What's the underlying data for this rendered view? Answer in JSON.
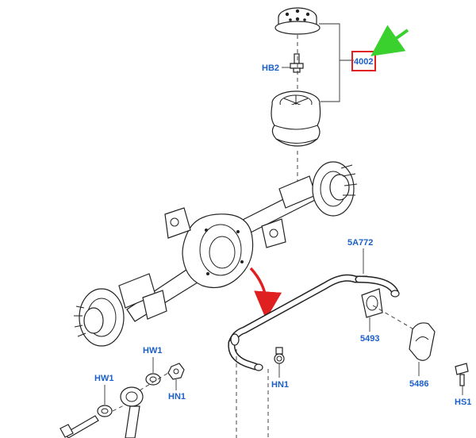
{
  "labels": {
    "hb2": "HB2",
    "p4002": "4002",
    "p5a772": "5A772",
    "p5493": "5493",
    "p5486": "5486",
    "hs1": "HS1",
    "hw1_top": "HW1",
    "hw1_left": "HW1",
    "hn1_mid": "HN1",
    "hn1_low": "HN1"
  },
  "colors": {
    "label": "#1b5fc9",
    "highlight_box": "#e02020",
    "green_arrow": "#3ad12e",
    "red_arrow": "#e02020"
  },
  "callout": {
    "highlighted_part": "4002"
  }
}
